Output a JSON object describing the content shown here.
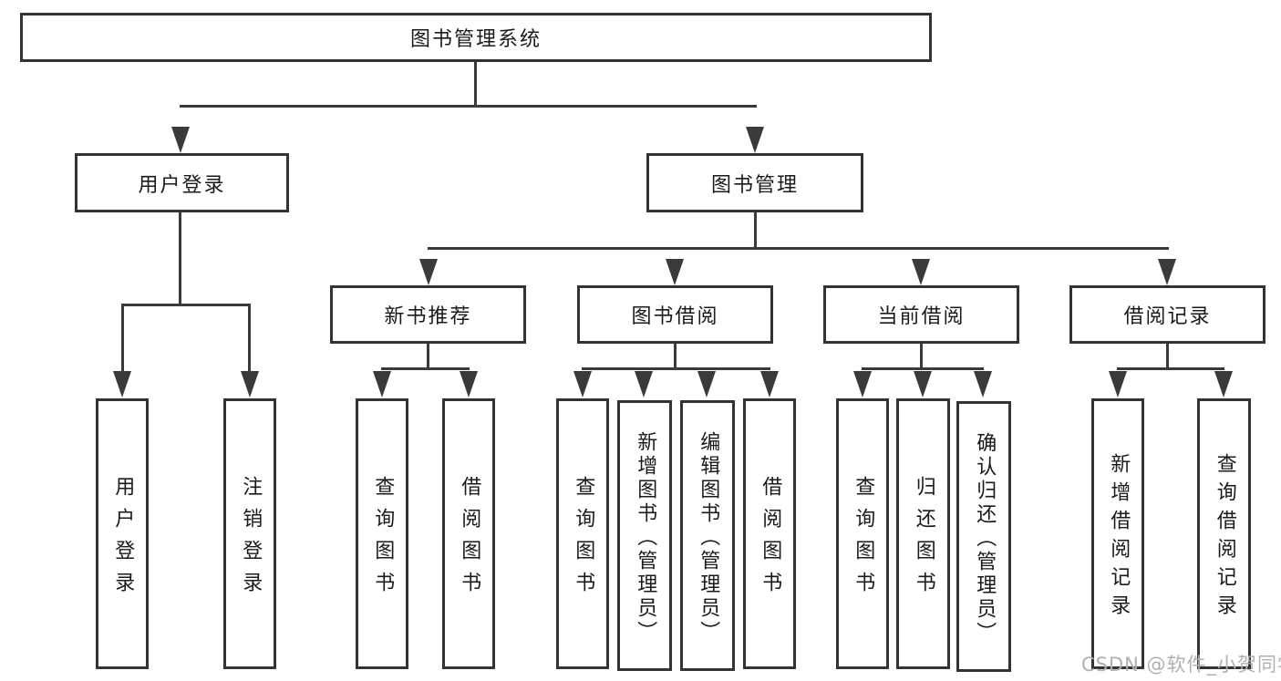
{
  "diagram": {
    "root": {
      "label": "图书管理系统"
    },
    "level2": [
      {
        "label": "用户登录"
      },
      {
        "label": "图书管理"
      }
    ],
    "level3": [
      {
        "label": "新书推荐"
      },
      {
        "label": "图书借阅"
      },
      {
        "label": "当前借阅"
      },
      {
        "label": "借阅记录"
      }
    ],
    "leaves": {
      "user_login": [
        {
          "label": "用户登录"
        },
        {
          "label": "注销登录"
        }
      ],
      "new_books": [
        {
          "label": "查询图书"
        },
        {
          "label": "借阅图书"
        }
      ],
      "book_borrow": [
        {
          "label": "查询图书"
        },
        {
          "label": "新增图书（管理员）"
        },
        {
          "label": "编辑图书（管理员）"
        },
        {
          "label": "借阅图书"
        }
      ],
      "current_borrow": [
        {
          "label": "查询图书"
        },
        {
          "label": "归还图书"
        },
        {
          "label": "确认归还（管理员）"
        }
      ],
      "borrow_records": [
        {
          "label": "新增借阅记录"
        },
        {
          "label": "查询借阅记录"
        }
      ]
    }
  },
  "watermark": {
    "text": "CSDN @软件_小贺同学",
    "color": "#b0b0b0"
  },
  "colors": {
    "line": "#3a3a3a",
    "box_border": "#333333",
    "text": "#1a1a1a",
    "background": "#ffffff"
  }
}
